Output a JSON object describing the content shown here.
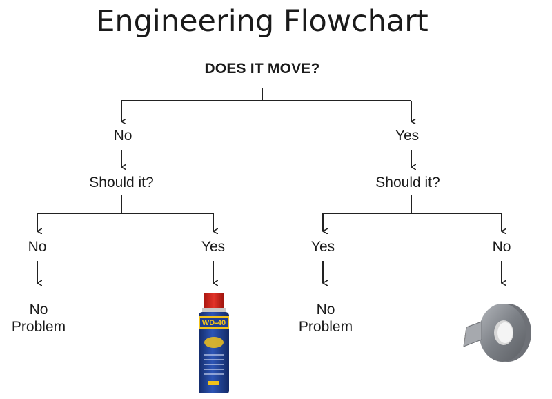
{
  "title": "Engineering Flowchart",
  "question": "DOES IT MOVE?",
  "level1": {
    "left": "No",
    "right": "Yes"
  },
  "level2": {
    "left": "Should it?",
    "right": "Should it?"
  },
  "level3": {
    "a": "No",
    "b": "Yes",
    "c": "Yes",
    "d": "No"
  },
  "outcomes": {
    "a_line1": "No",
    "a_line2": "Problem",
    "b_image": "wd40-can",
    "b_can_text": "WD-40",
    "c_line1": "No",
    "c_line2": "Problem",
    "d_image": "duct-tape-roll"
  },
  "colors": {
    "line": "#222222",
    "can_red": "#d0271d",
    "can_blue": "#1f3d8f",
    "can_yellow": "#f2c21b",
    "tape": "#8e9196"
  }
}
